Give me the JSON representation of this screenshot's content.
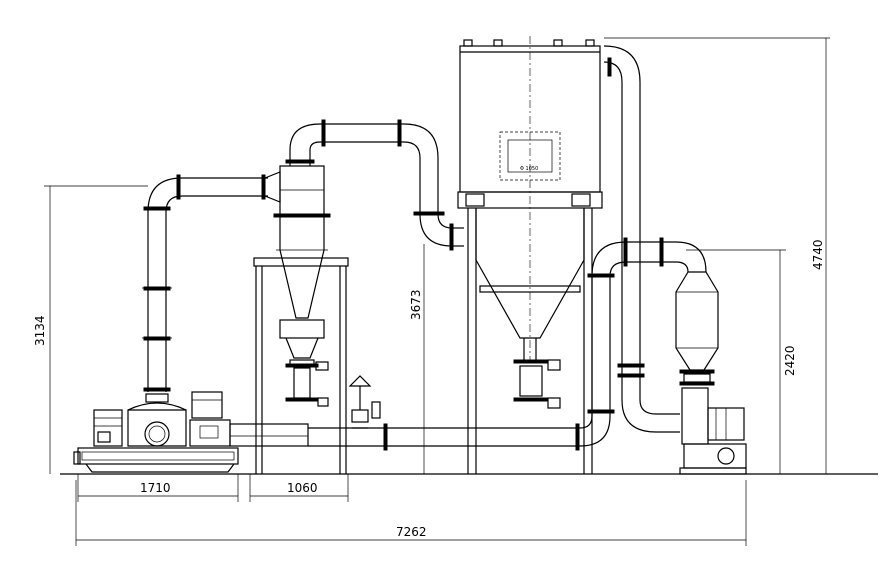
{
  "drawing": {
    "dimensions": {
      "d1710": "1710",
      "d1060": "1060",
      "d7262": "7262",
      "d3134": "3134",
      "d3673": "3673",
      "d2420": "2420",
      "d4740": "4740"
    },
    "plate_text": "Φ 1050",
    "line_color": "#000000",
    "background": "#ffffff"
  }
}
